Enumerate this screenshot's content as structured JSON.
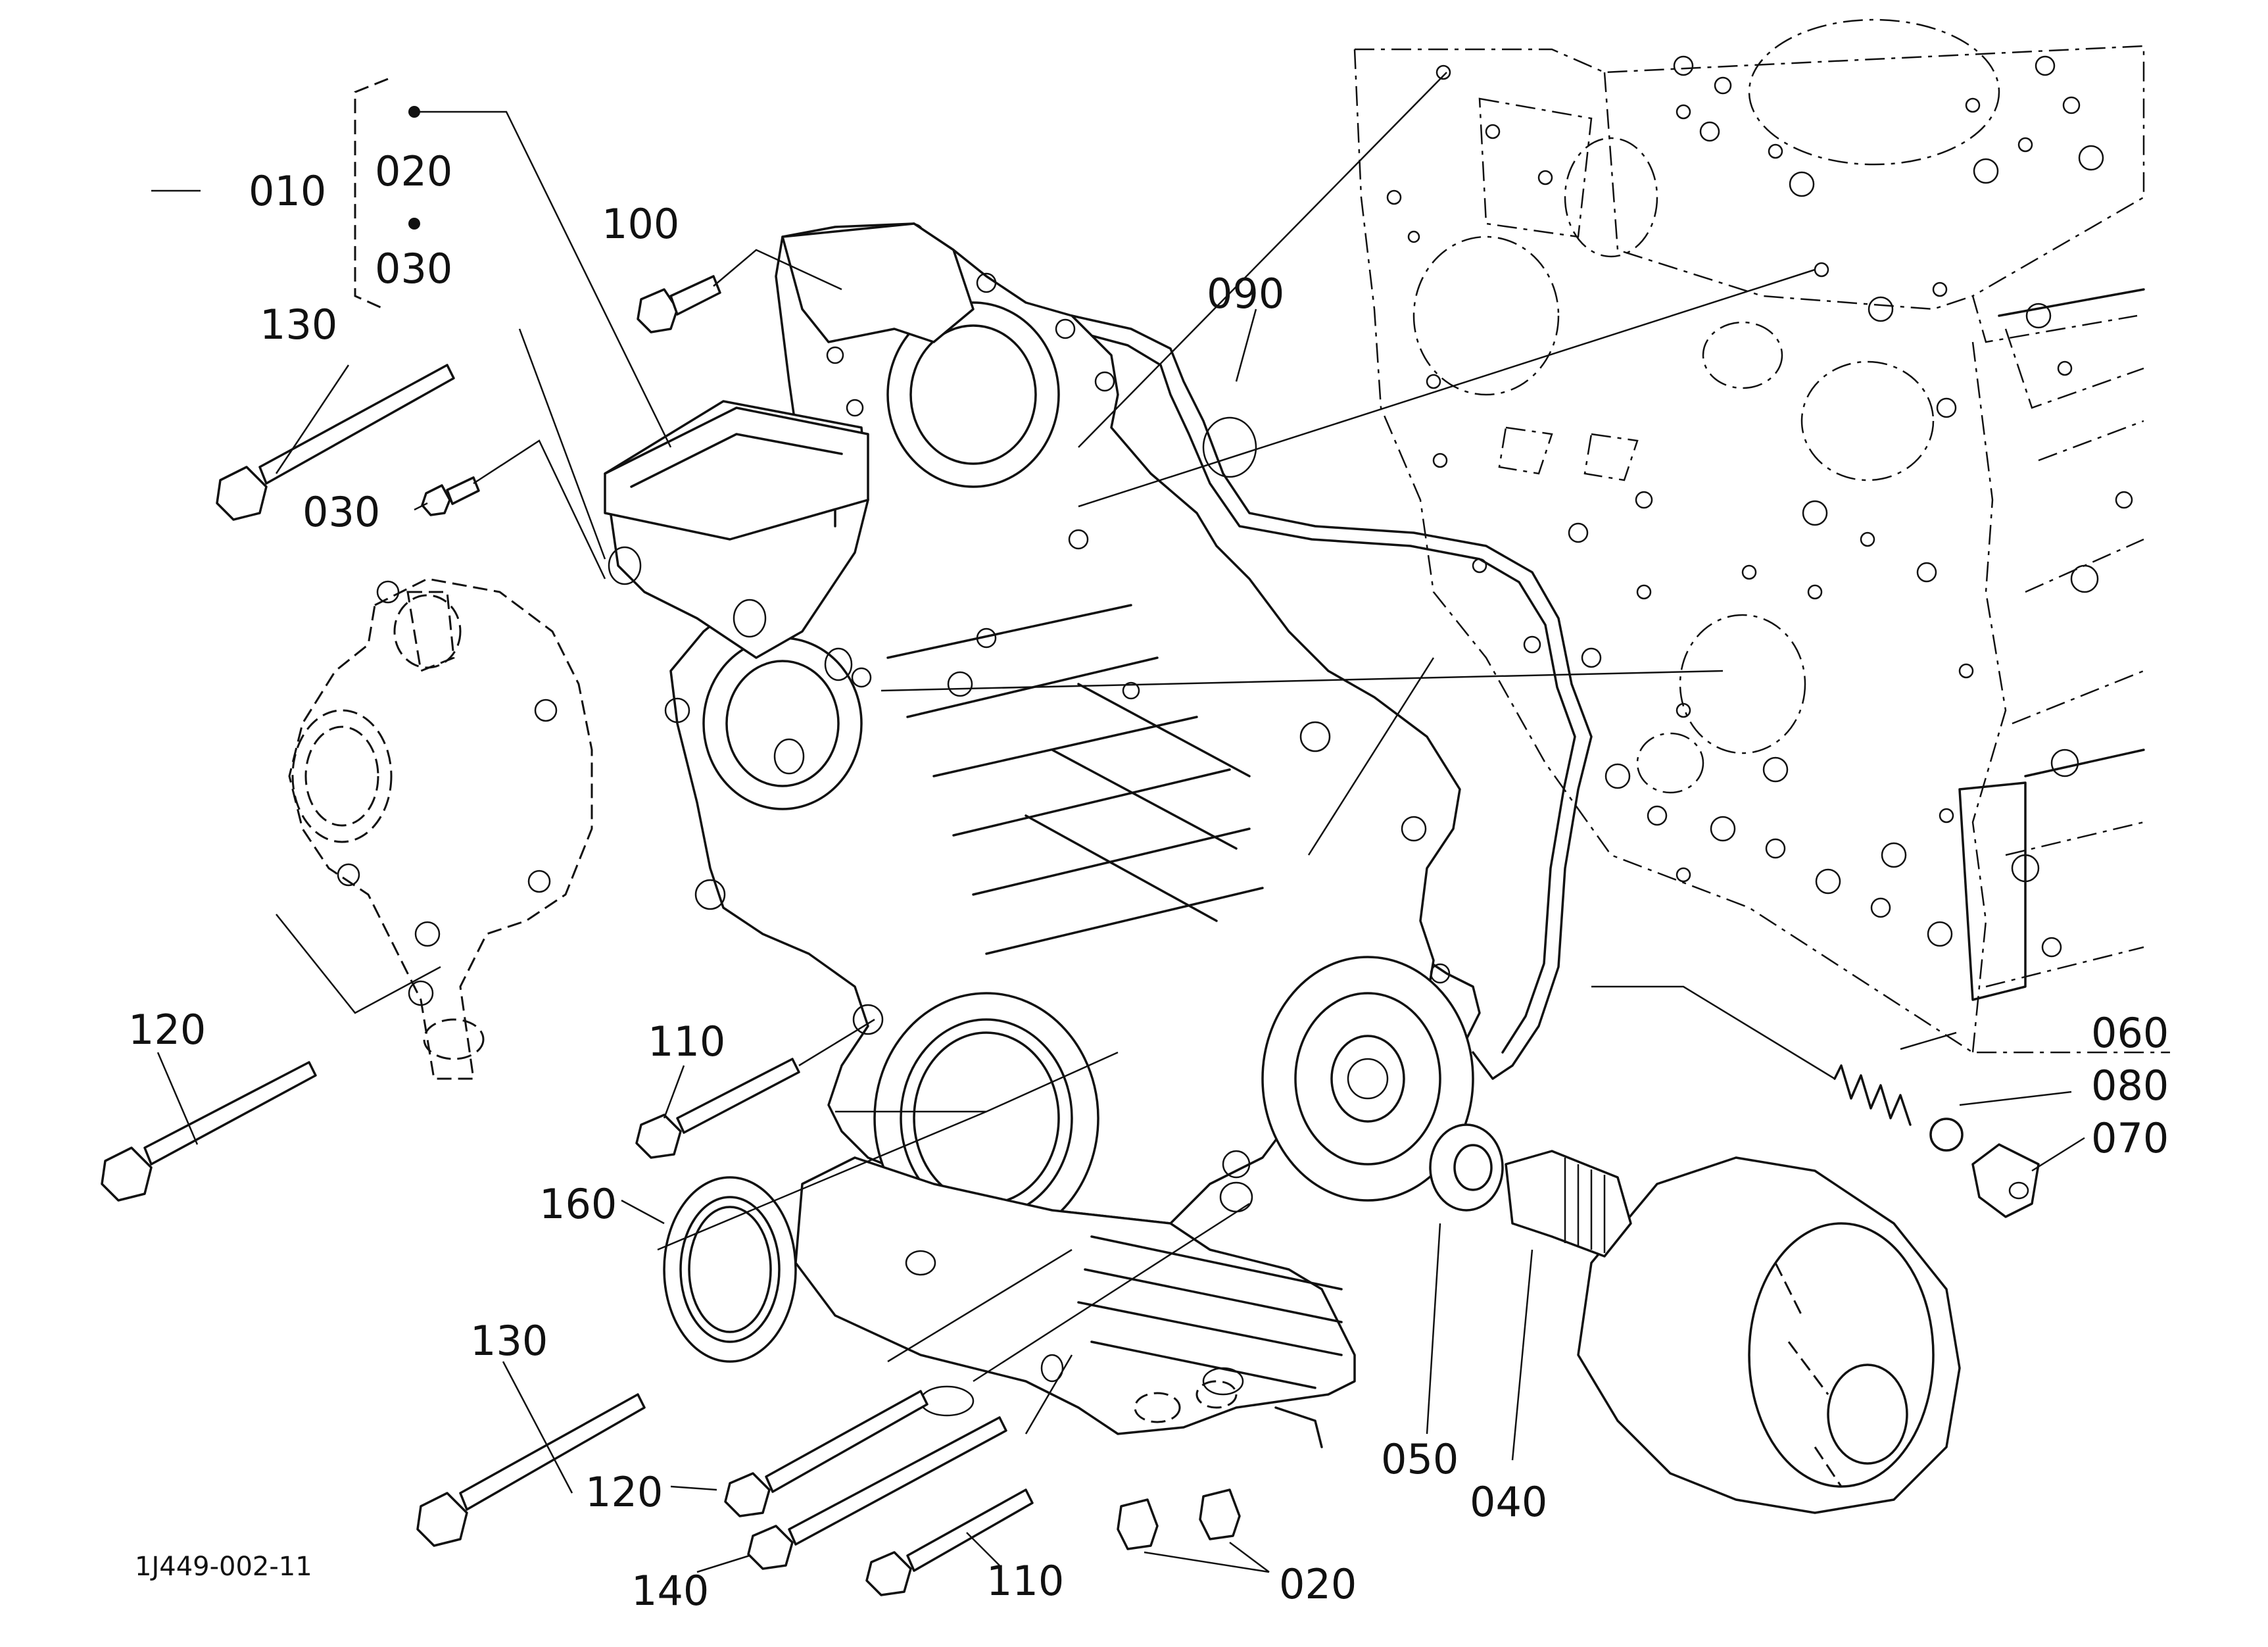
{
  "drawing_number": "1J449-002-11",
  "callouts": {
    "c010": "010",
    "c020_top": "020",
    "c030_top": "030",
    "c100": "100",
    "c130_top": "130",
    "c030": "030",
    "c090": "090",
    "c120_top": "120",
    "c110_mid": "110",
    "c160": "160",
    "c130_bottom": "130",
    "c120_bottom": "120",
    "c140": "140",
    "c110_bottom": "110",
    "c020_bottom": "020",
    "c050": "050",
    "c040": "040",
    "c060": "060",
    "c080": "080",
    "c070": "070"
  }
}
